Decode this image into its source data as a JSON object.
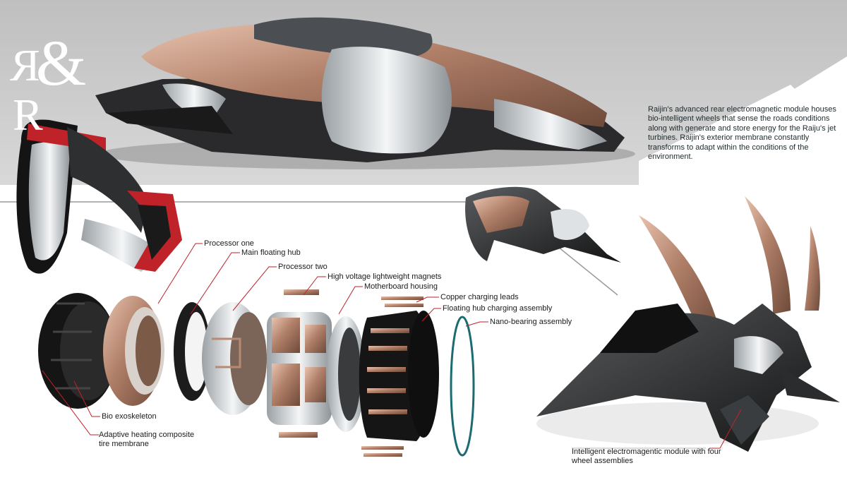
{
  "logo": {
    "left_letter": "R",
    "ampersand": "&",
    "right_letter": "R"
  },
  "description": "Raijin's advanced rear electromagnetic module houses bio-intelligent wheels that sense the roads conditions along with generate and store energy for the Raiju's jet turbines.  Raijin's exterior membrane constantly transforms to adapt within the conditions of the environment.",
  "labels": {
    "processor_one": "Processor one",
    "main_floating_hub": "Main floating hub",
    "processor_two": "Processor two",
    "high_voltage_magnets": "High voltage lightweight magnets",
    "motherboard_housing": "Motherboard housing",
    "copper_charging_leads": "Copper charging leads",
    "floating_hub_charging_assembly": "Floating hub charging assembly",
    "nano_bearing_assembly": "Nano-bearing assembly",
    "bio_exoskeleton": "Bio exoskeleton",
    "adaptive_heating": "Adaptive heating composite tire membrane",
    "intelligent_module": "Intelligent electromagentic module with four wheel assemblies"
  },
  "colors": {
    "top_band": "#c8c8c8",
    "copper": "#b98a73",
    "leader_line": "#c0222a",
    "nano_ring": "#1c6b73",
    "tire_black": "#181818",
    "silver": "#d9dcdf"
  }
}
